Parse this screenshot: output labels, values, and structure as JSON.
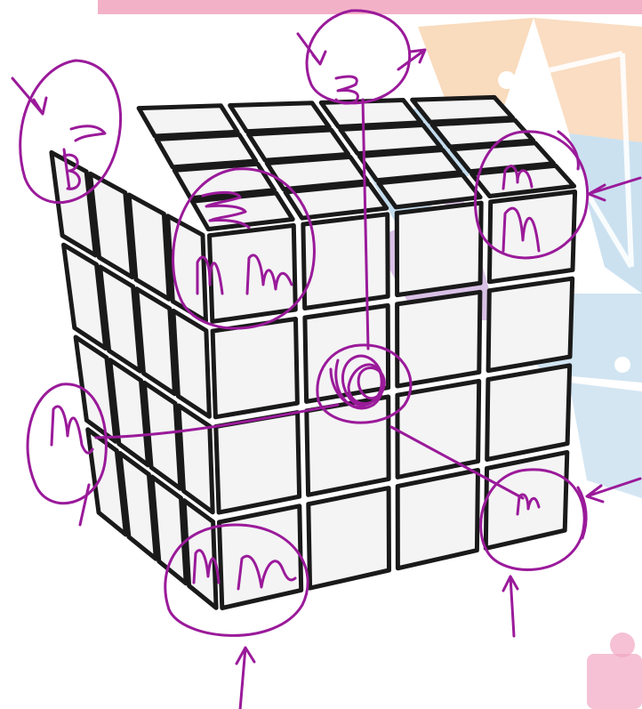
{
  "colors": {
    "ink": "#9a1a9a",
    "cube_outline": "#1a1a1a",
    "cube_face": "#f4f4f4",
    "banner_pink": "#f3b1c8",
    "bg_blue": "#a9cde6",
    "bg_orange": "#f6c79a",
    "bg_purple": "#c9a7dc",
    "bg_pink": "#f2a6c2"
  },
  "cube": {
    "grid": "4x4x4",
    "visible_faces": [
      "top",
      "front",
      "right"
    ]
  },
  "annotations": {
    "top_left_corner": "B",
    "top_back_corner": "3",
    "top_right_corner": "m M",
    "top_front_corner": "M Mm",
    "left_edge": "M",
    "center_scribble": "scribble",
    "bottom_front_corner": "M M",
    "bottom_right_corner": "M"
  }
}
